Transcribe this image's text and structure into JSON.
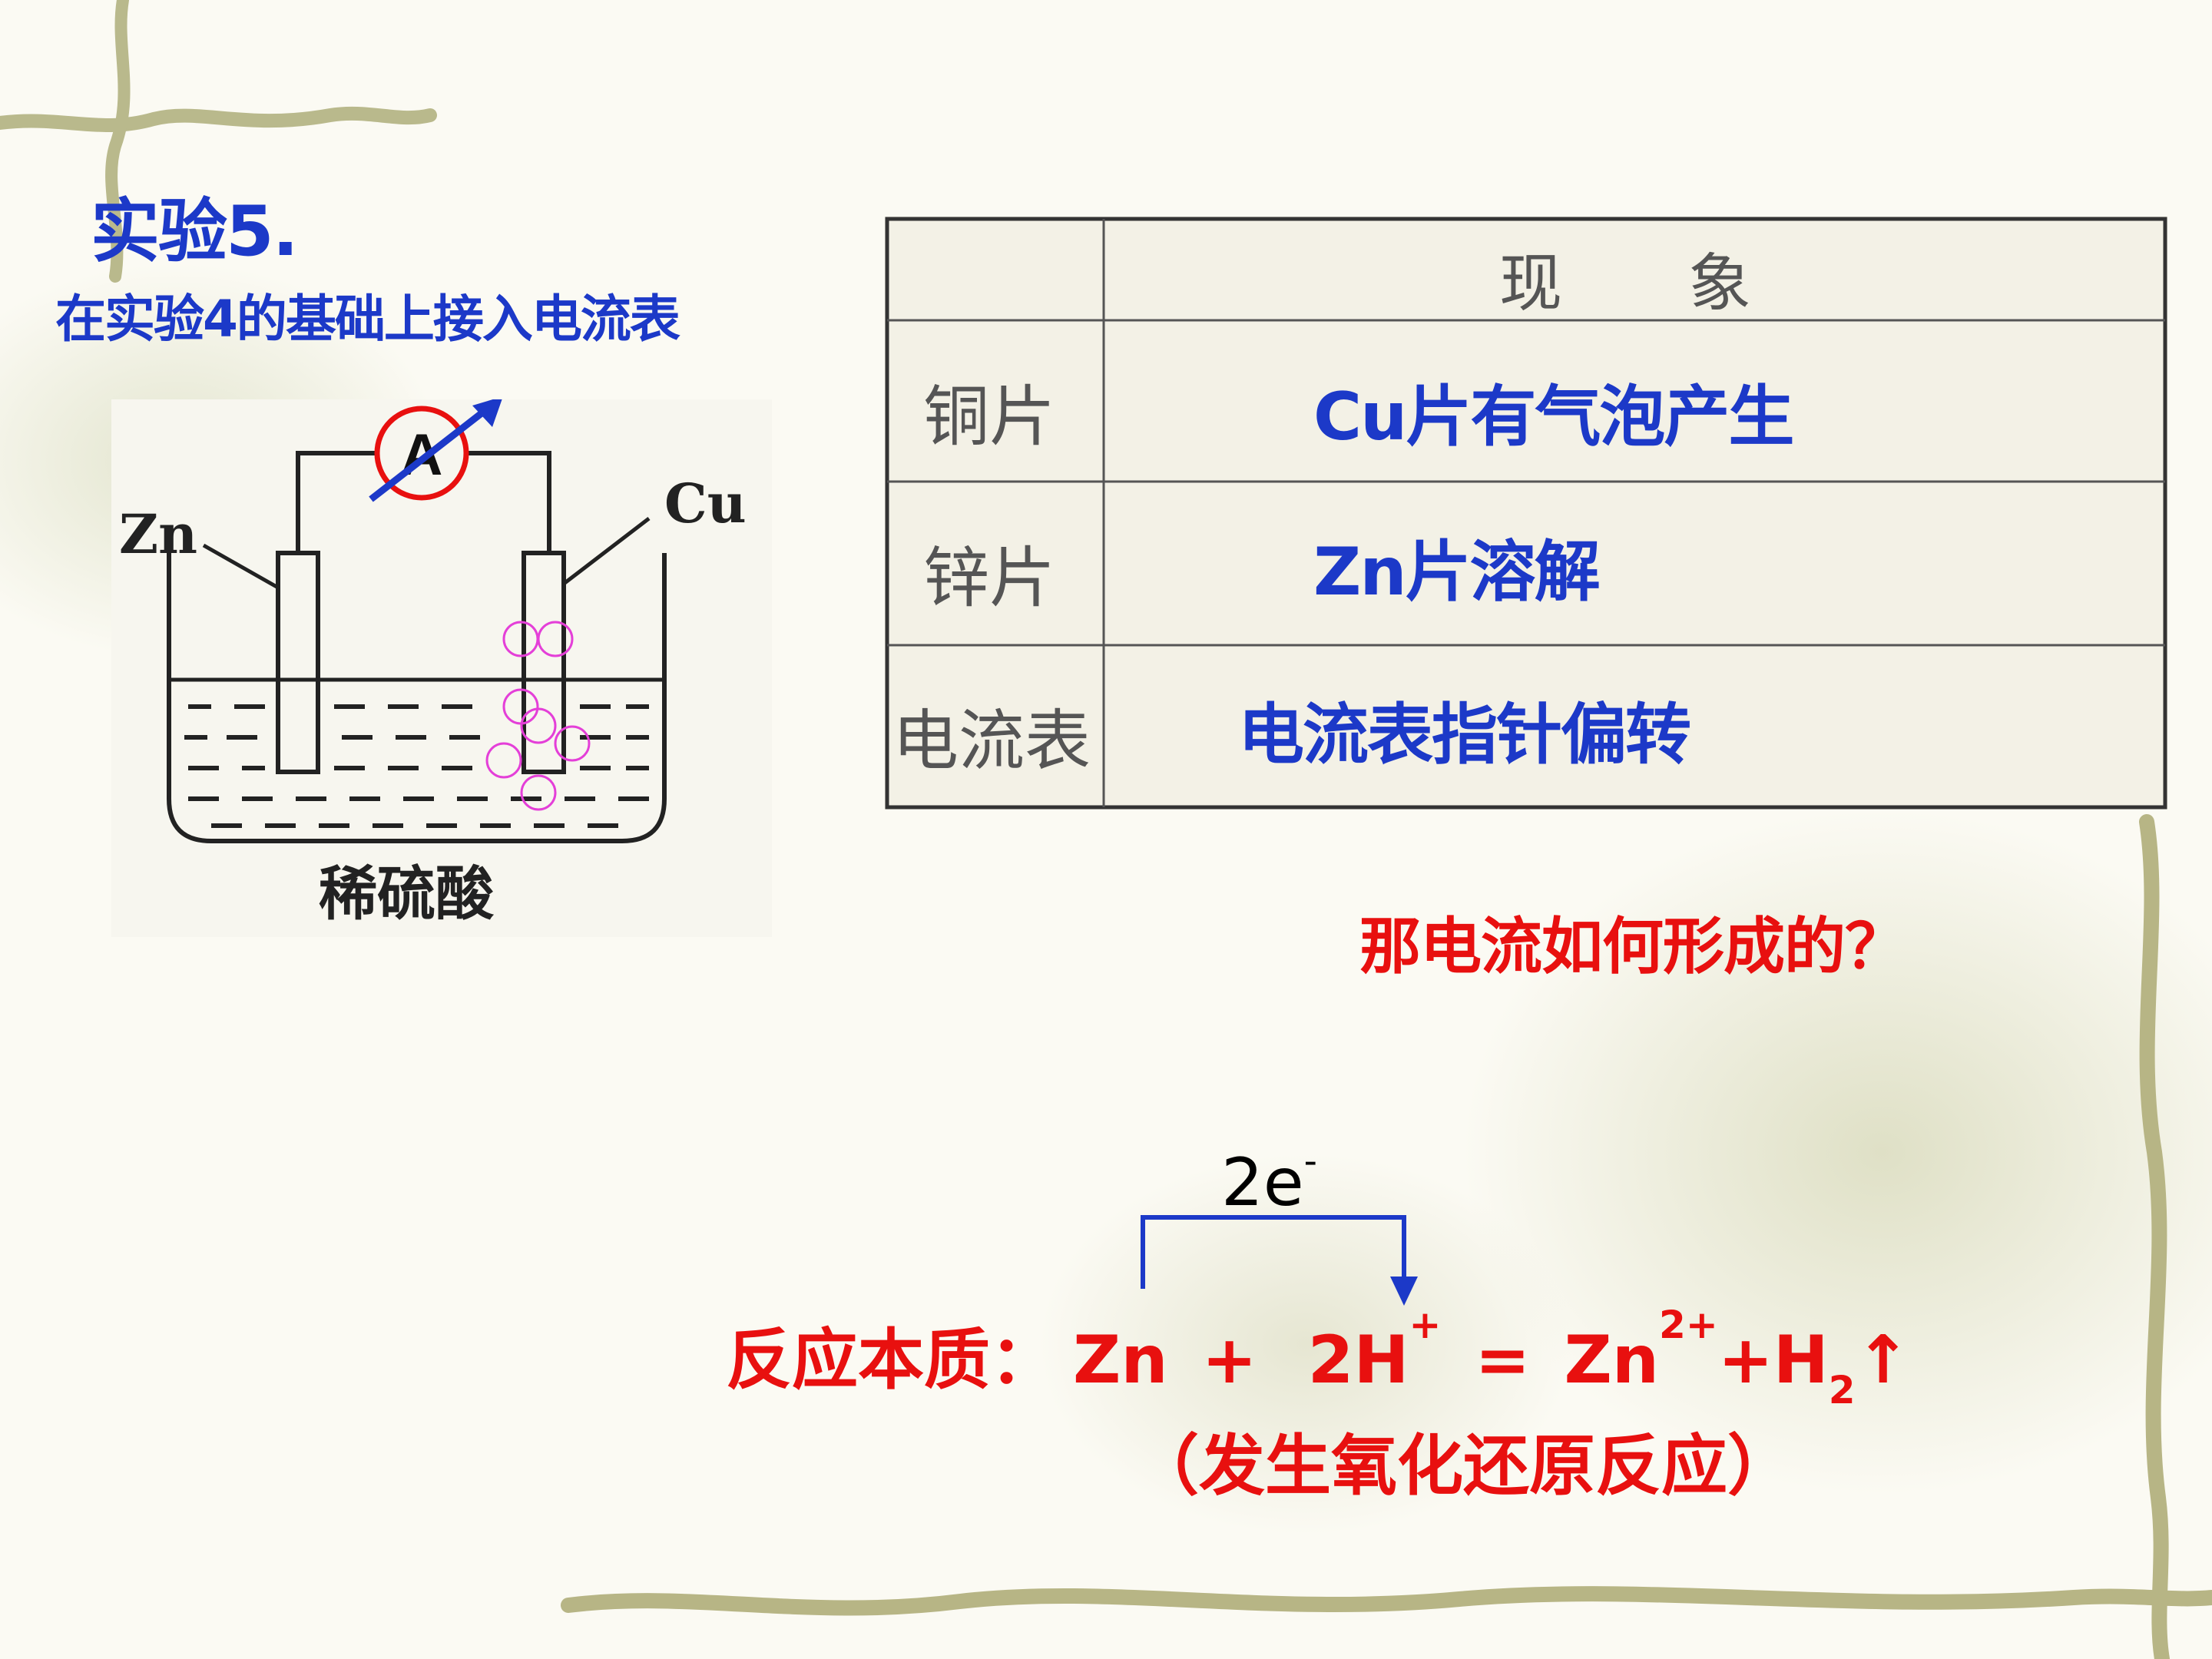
{
  "slide": {
    "title": "实验5.",
    "subtitle": "在实验4的基础上接入电流表"
  },
  "apparatus": {
    "ammeter_label": "A",
    "left_electrode": "Zn",
    "right_electrode": "Cu",
    "solution_label": "稀硫酸"
  },
  "table": {
    "header": "现　　象",
    "rows": [
      {
        "label": "铜片",
        "value": "Cu片有气泡产生"
      },
      {
        "label": "锌片",
        "value": "Zn片溶解"
      },
      {
        "label": "电流表",
        "value": "电流表指针偏转"
      }
    ]
  },
  "question": "那电流如何形成的？",
  "reaction": {
    "electron_transfer": "2e",
    "electron_charge": "-",
    "prefix": "反应本质：",
    "reactant_zn": "Zn",
    "plus1": "+",
    "reactant_h": "2H",
    "h_charge": "+",
    "equals": "=",
    "product_zn": "Zn",
    "zn_charge": "2+",
    "plus2": "+",
    "product_h": "H",
    "h_sub": "2",
    "gas_arrow": "↑",
    "note": "（发生氧化还原反应）"
  },
  "colors": {
    "blue_text": "#1c39c8",
    "red_text": "#e8100f",
    "bubble": "#e43fd8"
  }
}
